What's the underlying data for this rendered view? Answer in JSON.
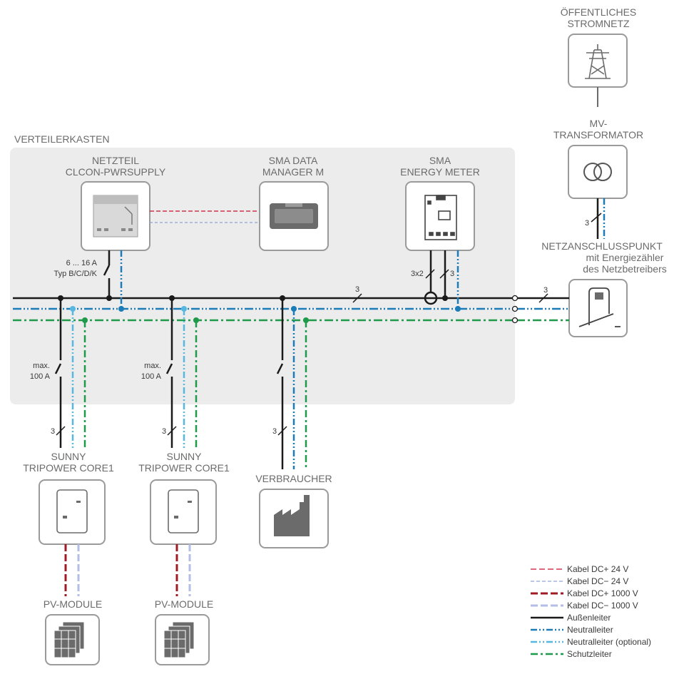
{
  "labels": {
    "grid_line1": "ÖFFENTLICHES",
    "grid_line2": "STROMNETZ",
    "mv_line1": "MV-",
    "mv_line2": "TRANSFORMATOR",
    "cabinet": "VERTEILERKASTEN",
    "psu_line1": "NETZTEIL",
    "psu_line2": "CLCON-PWRSUPPLY",
    "dm_line1": "SMA DATA",
    "dm_line2": "MANAGER M",
    "em_line1": "SMA",
    "em_line2": "ENERGY METER",
    "ncp_line1": "NETZANSCHLUSSPUNKT",
    "ncp_line2": "mit Energiezähler",
    "ncp_line3": "des Netzbetreibers",
    "breaker_psu_line1": "6 ... 16 A",
    "breaker_psu_line2": "Typ B/C/D/K",
    "breaker_inv1_line1": "max.",
    "breaker_inv1_line2": "100 A",
    "breaker_inv2_line1": "max.",
    "breaker_inv2_line2": "100 A",
    "inv1_line1": "SUNNY",
    "inv1_line2": "TRIPOWER CORE1",
    "inv2_line1": "SUNNY",
    "inv2_line2": "TRIPOWER CORE1",
    "consumer": "VERBRAUCHER",
    "pv1": "PV-MODULE",
    "pv2": "PV-MODULE",
    "count_bus": "3",
    "count_ncp": "3",
    "count_mv": "3",
    "count_em_a": "3x2",
    "count_em_b": "3",
    "count_inv1": "3",
    "count_inv2": "3",
    "count_consumer": "3"
  },
  "legend": [
    {
      "label": "Kabel DC+ 24 V",
      "color": "#c8102e",
      "style": "dash-thin"
    },
    {
      "label": "Kabel DC− 24 V",
      "color": "#8fa4d8",
      "style": "dash-thin"
    },
    {
      "label": "Kabel DC+ 1000 V",
      "color": "#a01c24",
      "style": "dash-thick"
    },
    {
      "label": "Kabel DC− 1000 V",
      "color": "#b4bde6",
      "style": "dash-thick"
    },
    {
      "label": "Außenleiter",
      "color": "#1a1a1a",
      "style": "solid"
    },
    {
      "label": "Neutralleiter",
      "color": "#1b7cb8",
      "style": "dash-dot-dot"
    },
    {
      "label": "Neutralleiter (optional)",
      "color": "#56b8e0",
      "style": "dash-dot-dot"
    },
    {
      "label": "Schutzleiter",
      "color": "#1f9a4a",
      "style": "dash-dot"
    }
  ],
  "colors": {
    "outer_conductor": "#1a1a1a",
    "neutral": "#1b7cb8",
    "neutral_optional": "#56b8e0",
    "protective_earth": "#1f9a4a",
    "dc_plus_24": "#c8102e",
    "dc_minus_24": "#8fa4d8",
    "dc_plus_1000": "#a01c24",
    "dc_minus_1000": "#b4bde6",
    "cabinet_fill": "#ececec",
    "box_border": "#9a9a9a"
  },
  "icons": {
    "grid": "power-pylon-icon",
    "transformer": "transformer-icon",
    "psu": "power-supply-icon",
    "data_manager": "data-manager-icon",
    "energy_meter": "energy-meter-icon",
    "utility_meter": "utility-meter-icon",
    "inverter": "inverter-icon",
    "consumer": "factory-icon",
    "pv": "pv-module-icon"
  }
}
